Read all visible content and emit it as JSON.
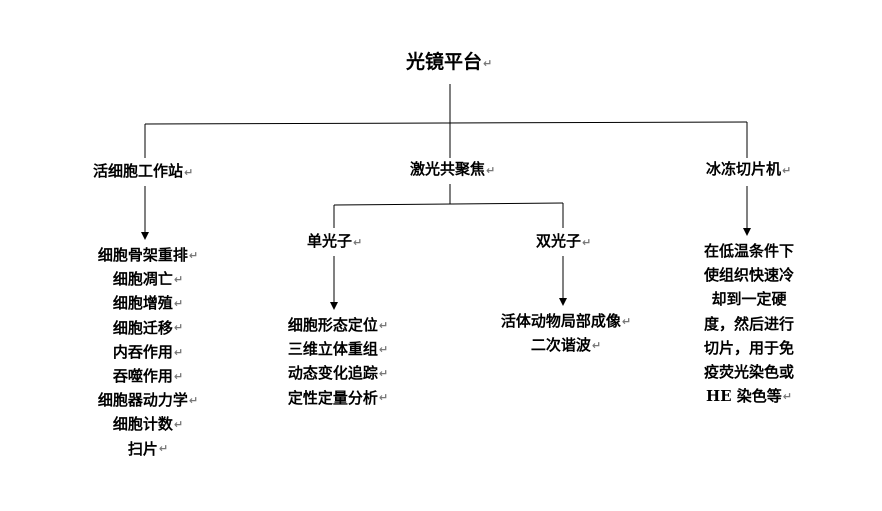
{
  "diagram": {
    "root": "光镜平台",
    "branches": [
      {
        "label": "活细胞工作站",
        "items": [
          "细胞骨架重排",
          "细胞凋亡",
          "细胞增殖",
          "细胞迁移",
          "内吞作用",
          "吞噬作用",
          "细胞器动力学",
          "细胞计数",
          "扫片"
        ]
      },
      {
        "label": "激光共聚焦",
        "children": [
          {
            "label": "单光子",
            "items": [
              "细胞形态定位",
              "三维立体重组",
              "动态变化追踪",
              "定性定量分析"
            ]
          },
          {
            "label": "双光子",
            "items": [
              "活体动物局部成像",
              "二次谐波"
            ]
          }
        ]
      },
      {
        "label": "冰冻切片机",
        "items": [
          "在低温条件下",
          "使组织快速冷",
          "却到一定硬",
          "度，然后进行",
          "切片，用于免",
          "疫荧光染色或",
          "HE 染色等"
        ]
      }
    ]
  }
}
